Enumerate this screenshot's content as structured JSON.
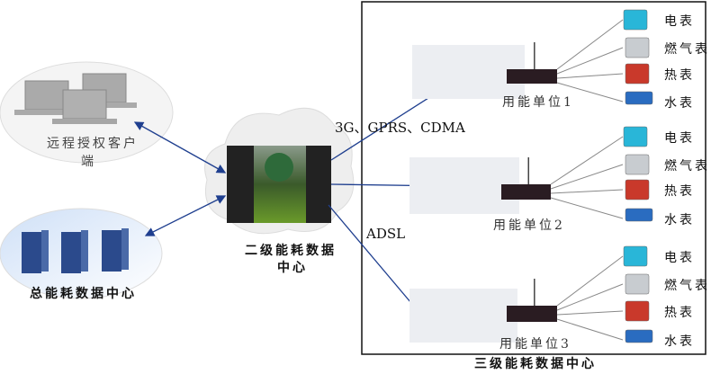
{
  "remote_clients": {
    "label_line1": "远程授权客户",
    "label_line2": "端"
  },
  "main_center": {
    "label": "总能耗数据中心"
  },
  "level2_center": {
    "label_line1": "二级能耗数据",
    "label_line2": "中心"
  },
  "level3_center": {
    "label": "三级能耗数据中心"
  },
  "links": {
    "wireless": "3G、GPRS、CDMA",
    "wired": "ADSL"
  },
  "units": [
    {
      "label": "用能单位1",
      "meters": [
        "电表",
        "燃气表",
        "热表",
        "水表"
      ]
    },
    {
      "label": "用能单位2",
      "meters": [
        "电表",
        "燃气表",
        "热表",
        "水表"
      ]
    },
    {
      "label": "用能单位3",
      "meters": [
        "电表",
        "燃气表",
        "热表",
        "水表"
      ]
    }
  ],
  "colors": {
    "arrow": "#1f3f8f",
    "server": "#2b4a8c",
    "meter_line": "#888888"
  }
}
